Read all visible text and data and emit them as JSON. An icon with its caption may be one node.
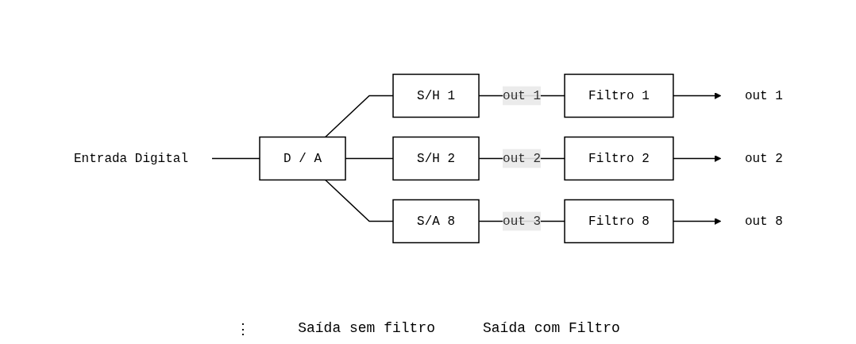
{
  "diagram": {
    "nodes": [
      {
        "text": [
          "Entrada Digital"
        ]
      },
      {
        "text": [
          "D / A"
        ]
      },
      {
        "text": [
          "S/H 1"
        ]
      },
      {
        "text": [
          "S/H 2"
        ]
      },
      {
        "text": [
          "S/A 8"
        ]
      },
      {
        "text": [
          "Filtro 1"
        ]
      },
      {
        "text": [
          "Filtro 2"
        ]
      },
      {
        "text": [
          "Filtro 8"
        ]
      },
      {
        "text": [
          "out 1"
        ]
      },
      {
        "text": [
          "out 2"
        ]
      },
      {
        "text": [
          "out 8"
        ]
      }
    ],
    "edges": [
      {
        "from": 0,
        "to": 1,
        "arrow": "none"
      },
      {
        "from": 1,
        "to": 2,
        "arrow": "none"
      },
      {
        "from": 1,
        "to": 3,
        "arrow": "none"
      },
      {
        "from": 1,
        "to": 4,
        "arrow": "none"
      },
      {
        "from": 2,
        "to": 5,
        "arrow": "none",
        "label": "out 1"
      },
      {
        "from": 3,
        "to": 6,
        "arrow": "none",
        "label": "out 2"
      },
      {
        "from": 4,
        "to": 7,
        "arrow": "none",
        "label": "out 3"
      },
      {
        "from": 5,
        "to": 8,
        "arrow": "to"
      },
      {
        "from": 6,
        "to": 9,
        "arrow": "to"
      },
      {
        "from": 7,
        "to": 10,
        "arrow": "to"
      }
    ],
    "labels": [
      "⋮",
      "Saída sem filtro",
      "Saída com Filtro"
    ]
  }
}
